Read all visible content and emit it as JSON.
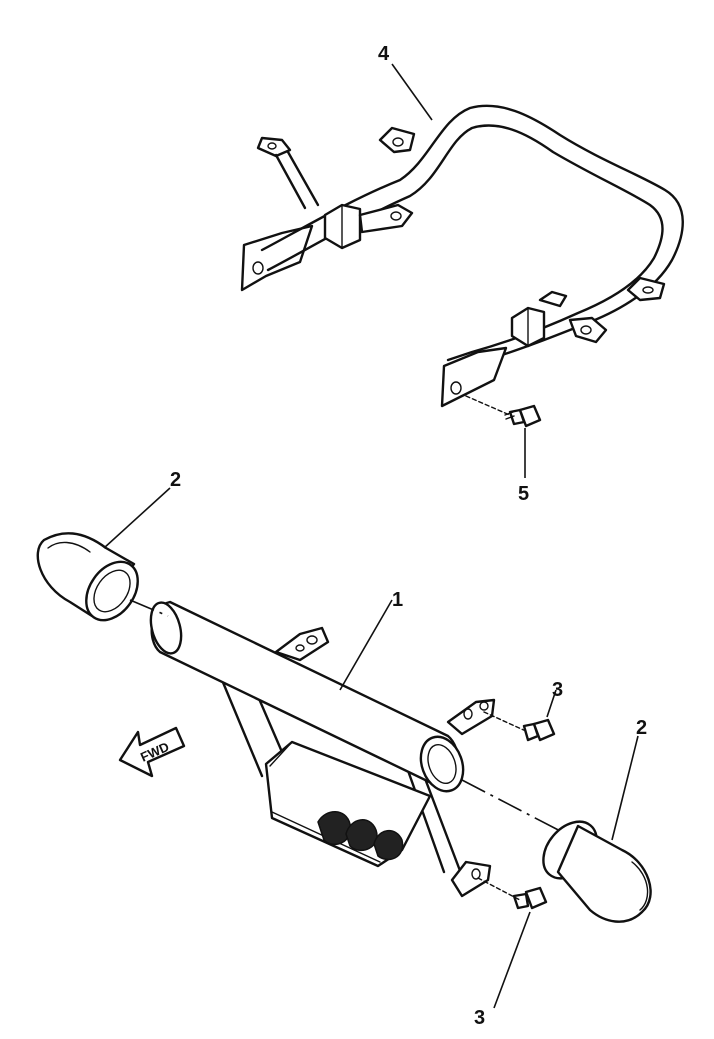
{
  "callouts": {
    "part_1": "1",
    "part_2_left": "2",
    "part_2_right": "2",
    "part_3_upper": "3",
    "part_3_lower": "3",
    "part_4": "4",
    "part_5": "5"
  },
  "direction_arrow": {
    "label": "FWD"
  }
}
